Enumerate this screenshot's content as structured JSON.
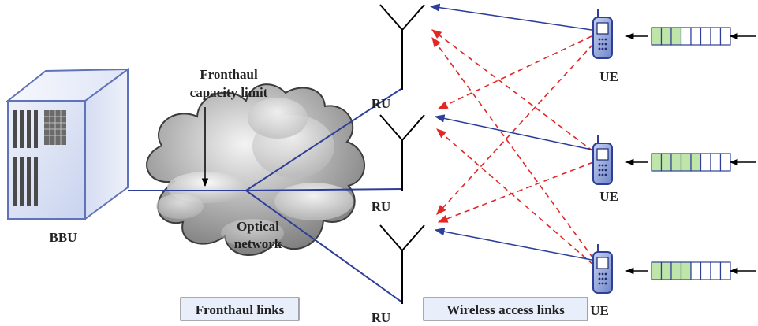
{
  "labels": {
    "bbu": "BBU",
    "fronthaul_capacity_line1": "Fronthaul",
    "fronthaul_capacity_line2": "capacity limit",
    "optical_line1": "Optical",
    "optical_line2": "network",
    "ru": "RU",
    "ue": "UE",
    "fronthaul_links": "Fronthaul links",
    "wireless_access_links": "Wireless access links"
  },
  "queues": [
    {
      "filled": 3,
      "total": 8
    },
    {
      "filled": 5,
      "total": 8
    },
    {
      "filled": 4,
      "total": 8
    }
  ],
  "colors": {
    "link_blue": "#2e3f9a",
    "interference_red": "#e32626",
    "queue_green": "#bfe6a8",
    "cloud_gray": "#8d8d8d",
    "bbu_blue": "#5f73bb",
    "label_box": "#e8eefa"
  }
}
